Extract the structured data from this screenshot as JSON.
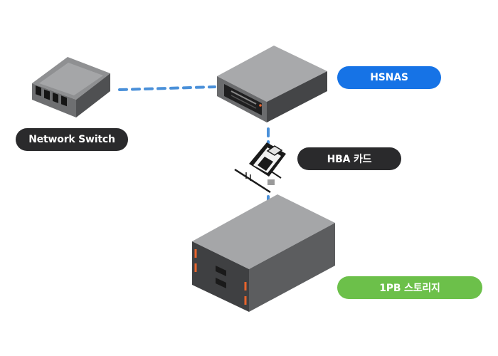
{
  "labels": {
    "network_switch": "Network Switch",
    "hsnas": "HSNAS",
    "hba_card": "HBA 카드",
    "storage": "1PB 스토리지"
  },
  "colors": {
    "connector": "#4a90d9",
    "label_dark": "#2a2a2c",
    "label_blue": "#1673e6",
    "label_green": "#6cc04a",
    "device_gray": "#9a9a9a",
    "accent_orange": "#e8642c"
  },
  "icons": {
    "network_switch": "network-switch-icon",
    "hsnas": "nas-server-icon",
    "hba_card": "hba-card-icon",
    "storage": "storage-array-icon"
  }
}
